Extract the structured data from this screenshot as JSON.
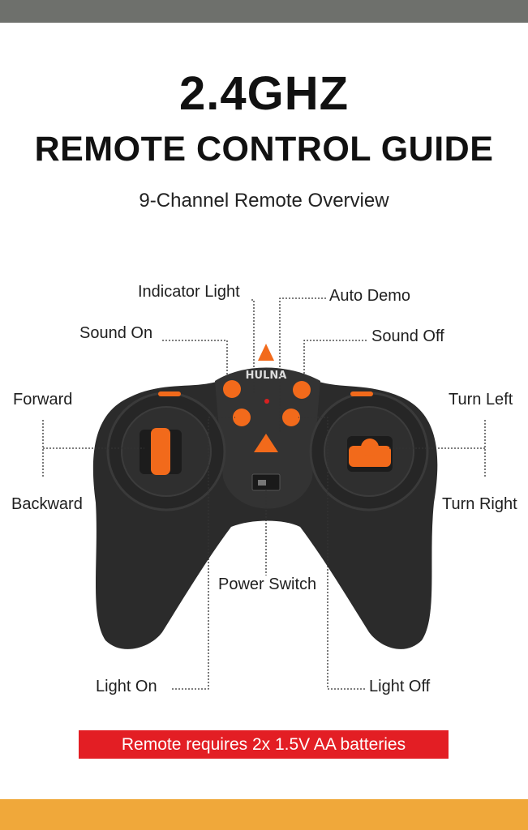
{
  "heading": {
    "line1": "2.4GHZ",
    "line2": "REMOTE CONTROL GUIDE",
    "subtitle": "9-Channel Remote Overview"
  },
  "remote": {
    "brand": "HULNA"
  },
  "labels": {
    "indicator_light": "Indicator Light",
    "auto_demo": "Auto Demo",
    "sound_on": "Sound On",
    "sound_off": "Sound Off",
    "forward": "Forward",
    "backward": "Backward",
    "turn_left": "Turn Left",
    "turn_right": "Turn Right",
    "power_switch": "Power Switch",
    "light_on": "Light On",
    "light_off": "Light Off"
  },
  "banner": {
    "text": "Remote requires 2x 1.5V AA batteries"
  },
  "colors": {
    "accent_orange": "#f26a1b",
    "body_black": "#2a2a2a",
    "banner_red": "#e31e24",
    "bottom_strip": "#f0a83a"
  }
}
